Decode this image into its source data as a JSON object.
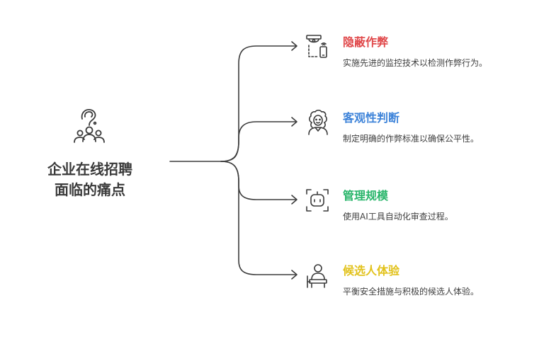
{
  "root": {
    "title_line1": "企业在线招聘",
    "title_line2": "面临的痛点",
    "icon": "people-question-icon"
  },
  "branches": [
    {
      "title": "隐蔽作弊",
      "description": "实施先进的监控技术以检测作弊行为。",
      "icon": "surveillance-camera-phone-icon",
      "color": "#e0484a"
    },
    {
      "title": "客观性判断",
      "description": "制定明确的作弊标准以确保公平性。",
      "icon": "judge-icon",
      "color": "#3d83d9"
    },
    {
      "title": "管理规模",
      "description": "使用AI工具自动化审查过程。",
      "icon": "robot-icon",
      "color": "#28b56a"
    },
    {
      "title": "候选人体验",
      "description": "平衡安全措施与积极的候选人体验。",
      "icon": "candidate-desk-icon",
      "color": "#e2c21b"
    }
  ],
  "colors": {
    "line": "#3c3c3c",
    "root_text": "#3a3a3a",
    "desc_text": "#3f3f3f"
  }
}
